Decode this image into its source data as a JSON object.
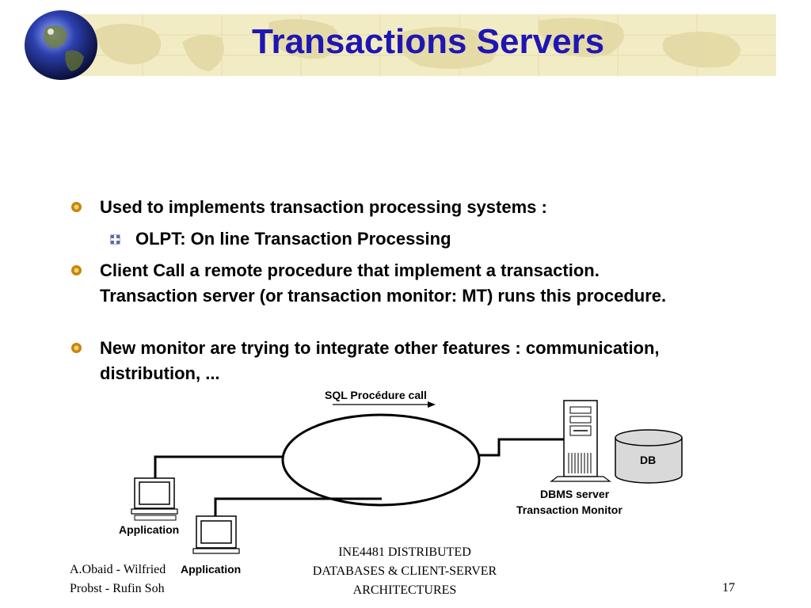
{
  "title": "Transactions Servers",
  "bullets": [
    {
      "text": "Used to implements transaction processing systems :"
    },
    {
      "text": "OLPT:  On line Transaction Processing"
    },
    {
      "text": "Client Call a remote procedure that implement a transaction. Transaction server (or transaction monitor: MT) runs this procedure."
    },
    {
      "text": "New monitor are trying to integrate other features : communication, distribution, ..."
    }
  ],
  "diagram": {
    "sql_label": "SQL Procédure  call",
    "db_label": "DB",
    "dbms_line1": "DBMS server",
    "dbms_line2": "Transaction Monitor",
    "app1_label": "Application",
    "app2_label": "Application"
  },
  "footer": {
    "left_line1": "A.Obaid - Wilfried",
    "left_line2": "Probst - Rufin Soh",
    "center_line1": "INE4481 DISTRIBUTED",
    "center_line2": "DATABASES & CLIENT-SERVER",
    "center_line3": "ARCHITECTURES",
    "page_number": "17"
  },
  "colors": {
    "title": "#1f16b4",
    "banner": "#f2ecc4",
    "bullet": "#c8860a"
  }
}
